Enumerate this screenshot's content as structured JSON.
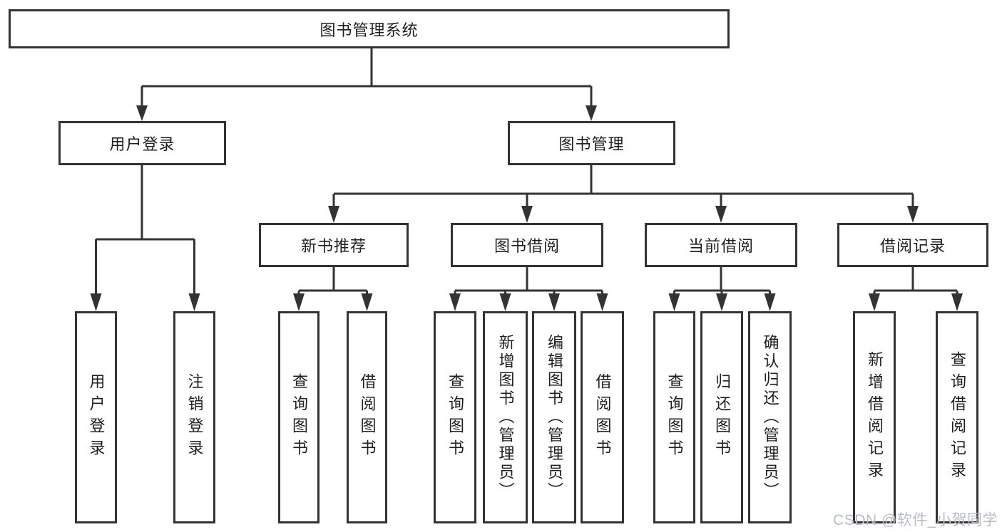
{
  "diagram": {
    "root": {
      "label": "图书管理系统"
    },
    "level2": [
      {
        "label": "用户登录"
      },
      {
        "label": "图书管理"
      }
    ],
    "level3": [
      {
        "label": "新书推荐"
      },
      {
        "label": "图书借阅"
      },
      {
        "label": "当前借阅"
      },
      {
        "label": "借阅记录"
      }
    ],
    "leaves": {
      "user_login": [
        {
          "label": "用户登录"
        },
        {
          "label": "注销登录"
        }
      ],
      "new_book": [
        {
          "label": "查询图书"
        },
        {
          "label": "借阅图书"
        }
      ],
      "book_borrow": [
        {
          "label": "查询图书"
        },
        {
          "label": "新增图书（管理员）"
        },
        {
          "label": "编辑图书（管理员）"
        },
        {
          "label": "借阅图书"
        }
      ],
      "current_borrow": [
        {
          "label": "查询图书"
        },
        {
          "label": "归还图书"
        },
        {
          "label": "确认归还（管理员）"
        }
      ],
      "borrow_record": [
        {
          "label": "新增借阅记录"
        },
        {
          "label": "查询借阅记录"
        }
      ]
    },
    "watermark": "CSDN @软件_小贺同学",
    "colors": {
      "line": "#333333",
      "text": "#1f1f1f",
      "watermark": "#b9bdc6",
      "background": "#ffffff"
    }
  }
}
